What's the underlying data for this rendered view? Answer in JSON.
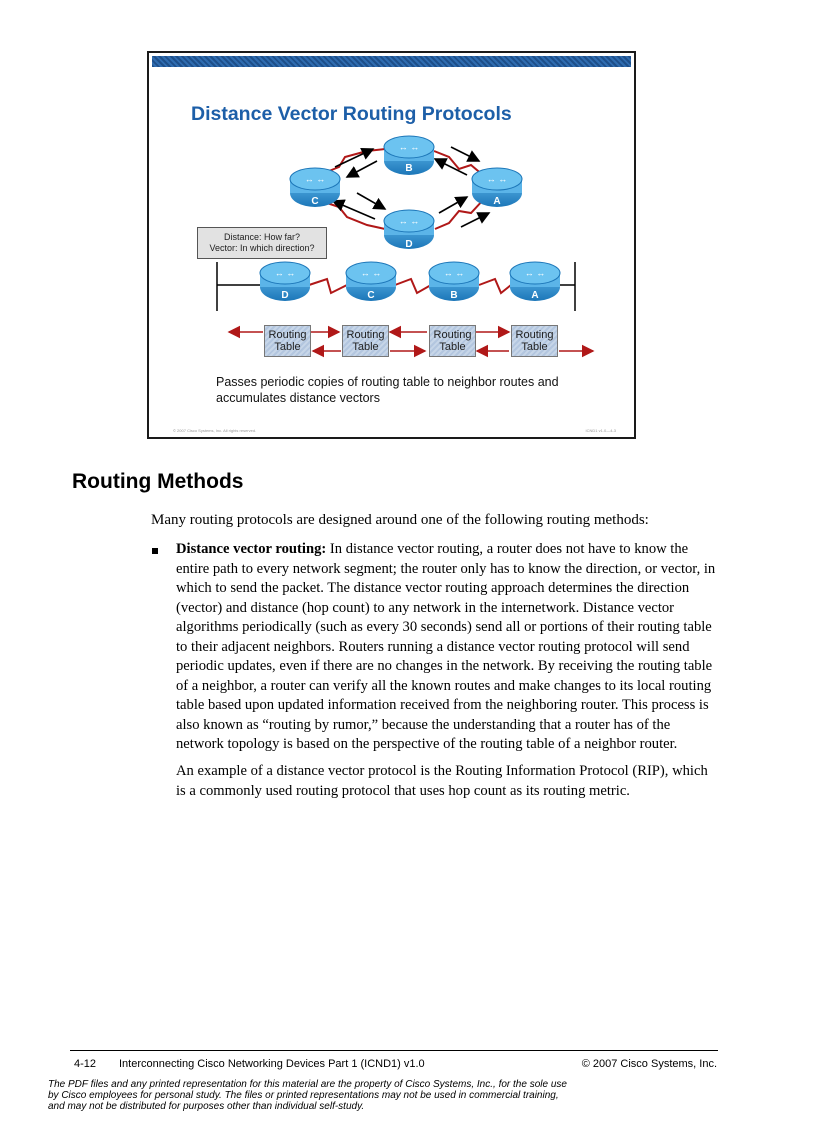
{
  "slide": {
    "title": "Distance Vector Routing Protocols",
    "callout_line1": "Distance: How far?",
    "callout_line2": "Vector: In which direction?",
    "diamond_routers": [
      "B",
      "C",
      "A",
      "D"
    ],
    "line_routers": [
      "D",
      "C",
      "B",
      "A"
    ],
    "routing_tables": [
      "Routing Table",
      "Routing Table",
      "Routing Table",
      "Routing Table"
    ],
    "caption": "Passes periodic copies of routing table to neighbor routes and accumulates distance vectors",
    "copyright": "© 2007 Cisco Systems, Inc. All rights reserved.",
    "code": "ICND1 v1.0—4-3",
    "colors": {
      "title": "#1d5fa8",
      "router": "#2a8fd0",
      "link": "#b01818"
    }
  },
  "section": {
    "heading": "Routing Methods",
    "intro": "Many routing protocols are designed around one of the following routing methods:",
    "bullet_term": "Distance vector routing:",
    "bullet_body": " In distance vector routing, a router does not have to know the entire path to every network segment; the router only has to know the direction, or vector, in which to send the packet. The distance vector routing approach determines the direction (vector) and distance (hop count) to any network in the internetwork. Distance vector algorithms periodically (such as every 30 seconds) send all or portions of their routing table to their adjacent neighbors. Routers running a distance vector routing protocol will send periodic updates, even if there are no changes in the network. By receiving the routing table of a neighbor, a router can verify all the known routes and make changes to its local routing table based upon updated information received from the neighboring router. This process is also known as “routing by rumor,” because the understanding that a router has of the network topology is based on the perspective of the routing table of a neighbor router.",
    "paragraph2": "An example of a distance vector protocol is the Routing Information Protocol (RIP), which is a commonly used routing protocol that uses hop count as its routing metric."
  },
  "footer": {
    "page": "4-12",
    "title": "Interconnecting Cisco Networking Devices Part 1 (ICND1) v1.0",
    "copyright": "© 2007 Cisco Systems, Inc.",
    "disclaimer": "The PDF files and any printed representation for this material are the property of Cisco Systems, Inc., for the sole use by Cisco employees for personal study. The files or printed representations may not be used in commercial training, and may not be distributed for purposes other than individual self-study."
  }
}
